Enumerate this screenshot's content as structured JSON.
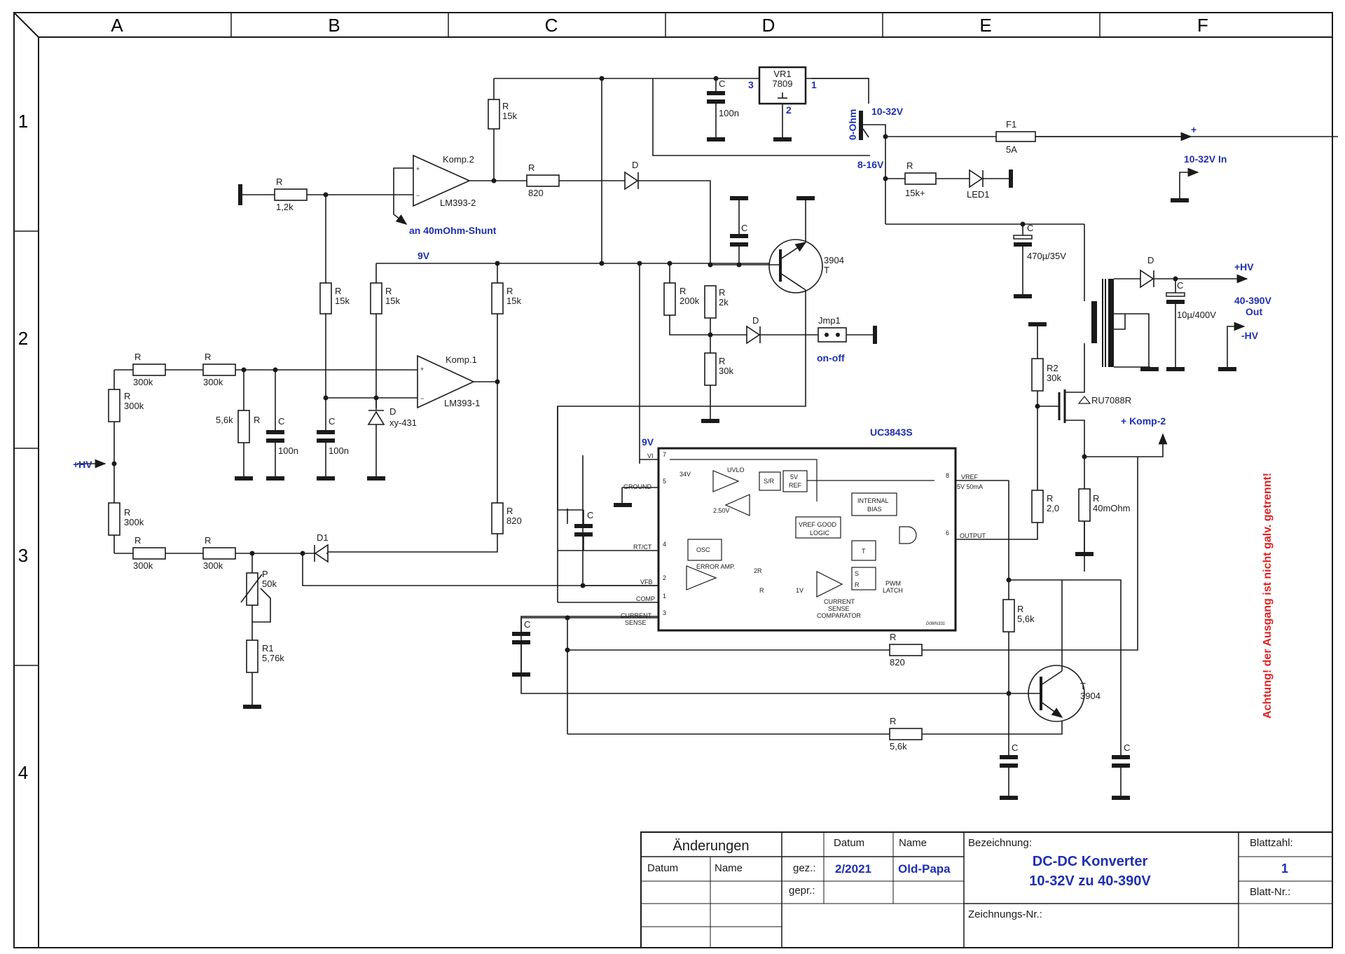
{
  "frame": {
    "columns": [
      "A",
      "B",
      "C",
      "D",
      "E",
      "F"
    ],
    "rows": [
      "1",
      "2",
      "3",
      "4"
    ]
  },
  "title_block": {
    "aenderungen": "Änderungen",
    "datum_header": "Datum",
    "name_header": "Name",
    "rev_datum": "Datum",
    "rev_name": "Name",
    "gez_label": "gez.:",
    "gepr_label": "gepr.:",
    "gez_datum": "2/2021",
    "gez_name": "Old-Papa",
    "bezeichnung_label": "Bezeichnung:",
    "title_line1": "DC-DC Konverter",
    "title_line2": "10-32V zu 40-390V",
    "blattzahl_label": "Blattzahl:",
    "blattzahl": "1",
    "blattnr_label": "Blatt-Nr.:",
    "zeichnungsnr_label": "Zeichnungs-Nr.:"
  },
  "warning": "Achtung! der Ausgang ist nicht galv. getrennt!",
  "blue_labels": {
    "in_plus": "+",
    "in_range": "10-32V In",
    "hv_plus": "+HV",
    "out_range": "40-390V",
    "out_word": "Out",
    "hv_minus": "-HV",
    "hv_in": "+HV",
    "nine_v_a": "9V",
    "nine_v_b": "9V",
    "shunt": "an 40mOhm-Shunt",
    "onoff": "on-off",
    "komp2_ref": "+ Komp-2",
    "uc_title": "UC3843S",
    "sel_10_32": "10-32V",
    "sel_0ohm": "0-Ohm",
    "sel_8_16": "8-16V",
    "vr_pin3": "3",
    "vr_pin1": "1",
    "vr_pin2": "2"
  },
  "components": {
    "vr1_name": "VR1",
    "vr1_val": "7809",
    "c_100n_top": "C",
    "c_100n_top_val": "100n",
    "r15k_top": "R",
    "r15k_top_val": "15k",
    "komp2": "Komp.2",
    "komp2_part": "LM393-2",
    "r1_2k": "R",
    "r1_2k_val": "1,2k",
    "r820_top": "R",
    "r820_top_val": "820",
    "d_top": "D",
    "c_base": "C",
    "t_top_val": "3904",
    "t_top": "T",
    "r200k": "R",
    "r200k_val": "200k",
    "r2k": "R",
    "r2k_val": "2k",
    "d_mid": "D",
    "jmp1": "Jmp1",
    "r30k_mid": "R",
    "r30k_mid_val": "30k",
    "f1": "F1",
    "f1_val": "5A",
    "r15kp": "R",
    "r15kp_val": "15k+",
    "led1": "LED1",
    "c470": "C",
    "c470_val": "470µ/35V",
    "d_out": "D",
    "c10u": "C",
    "c10u_val": "10µ/400V",
    "r2": "R2",
    "r2_val": "30k",
    "mosfet": "RU7088R",
    "r2_0": "R",
    "r2_0_val": "2,0",
    "r40m": "R",
    "r40m_val": "40mOhm",
    "r15k_a": "R",
    "r15k_a_val": "15k",
    "r15k_b": "R",
    "r15k_b_val": "15k",
    "r15k_c": "R",
    "r15k_c_val": "15k",
    "komp1": "Komp.1",
    "komp1_part": "LM393-1",
    "r300k_1": "R",
    "r300k_1_val": "300k",
    "r300k_2": "R",
    "r300k_2_val": "300k",
    "r300k_3": "R",
    "r300k_3_val": "300k",
    "r300k_4": "R",
    "r300k_4_val": "300k",
    "r300k_5": "R",
    "r300k_5_val": "300k",
    "r300k_6": "R",
    "r300k_6_val": "300k",
    "r5_6k": "R",
    "r5_6k_val": "5,6k",
    "c100n_a": "C",
    "c100n_a_val": "100n",
    "c100n_b": "C",
    "c100n_b_val": "100n",
    "d_xy": "D",
    "d_xy_val": "xy-431",
    "r820_mid": "R",
    "r820_mid_val": "820",
    "d1": "D1",
    "p50k": "P",
    "p50k_val": "50k",
    "r1": "R1",
    "r1_val": "5,76k",
    "c_rt": "C",
    "c_cs": "C",
    "r820_bot": "R",
    "r820_bot_val": "820",
    "r5_6k_right": "R",
    "r5_6k_right_val": "5,6k",
    "t_bot": "T",
    "t_bot_val": "3904",
    "r5_6k_bot": "R",
    "r5_6k_bot_val": "5,6k",
    "c_bot1": "C",
    "c_bot2": "C"
  },
  "ic": {
    "pin_vi": "VI",
    "pin_ground": "GROUND",
    "pin_rtct": "RT/CT",
    "pin_vfb": "VFB",
    "pin_comp": "COMP",
    "pin_cs": "CURRENT",
    "pin_cs2": "SENSE",
    "pin_vref": "VREF",
    "pin_vref2": "5V 50mA",
    "pin_output": "OUTPUT",
    "n7": "7",
    "n5": "5",
    "n4": "4",
    "n2": "2",
    "n1": "1",
    "n3": "3",
    "n8": "8",
    "n6": "6",
    "uvlo": "UVLO",
    "z34": "34V",
    "sr": "S/R",
    "ref1": "5V",
    "ref2": "REF",
    "v250": "2.50V",
    "bias1": "INTERNAL",
    "bias2": "BIAS",
    "vgood1": "VREF GOOD",
    "vgood2": "LOGIC",
    "osc": "OSC",
    "t": "T",
    "err": "ERROR AMP.",
    "r2r": "2R",
    "rr": "R",
    "v1": "1V",
    "s": "S",
    "r": "R",
    "csc1": "CURRENT",
    "csc2": "SENSE",
    "csc3": "COMPARATOR",
    "pwm1": "PWM",
    "pwm2": "LATCH",
    "code": "D08IN331"
  }
}
